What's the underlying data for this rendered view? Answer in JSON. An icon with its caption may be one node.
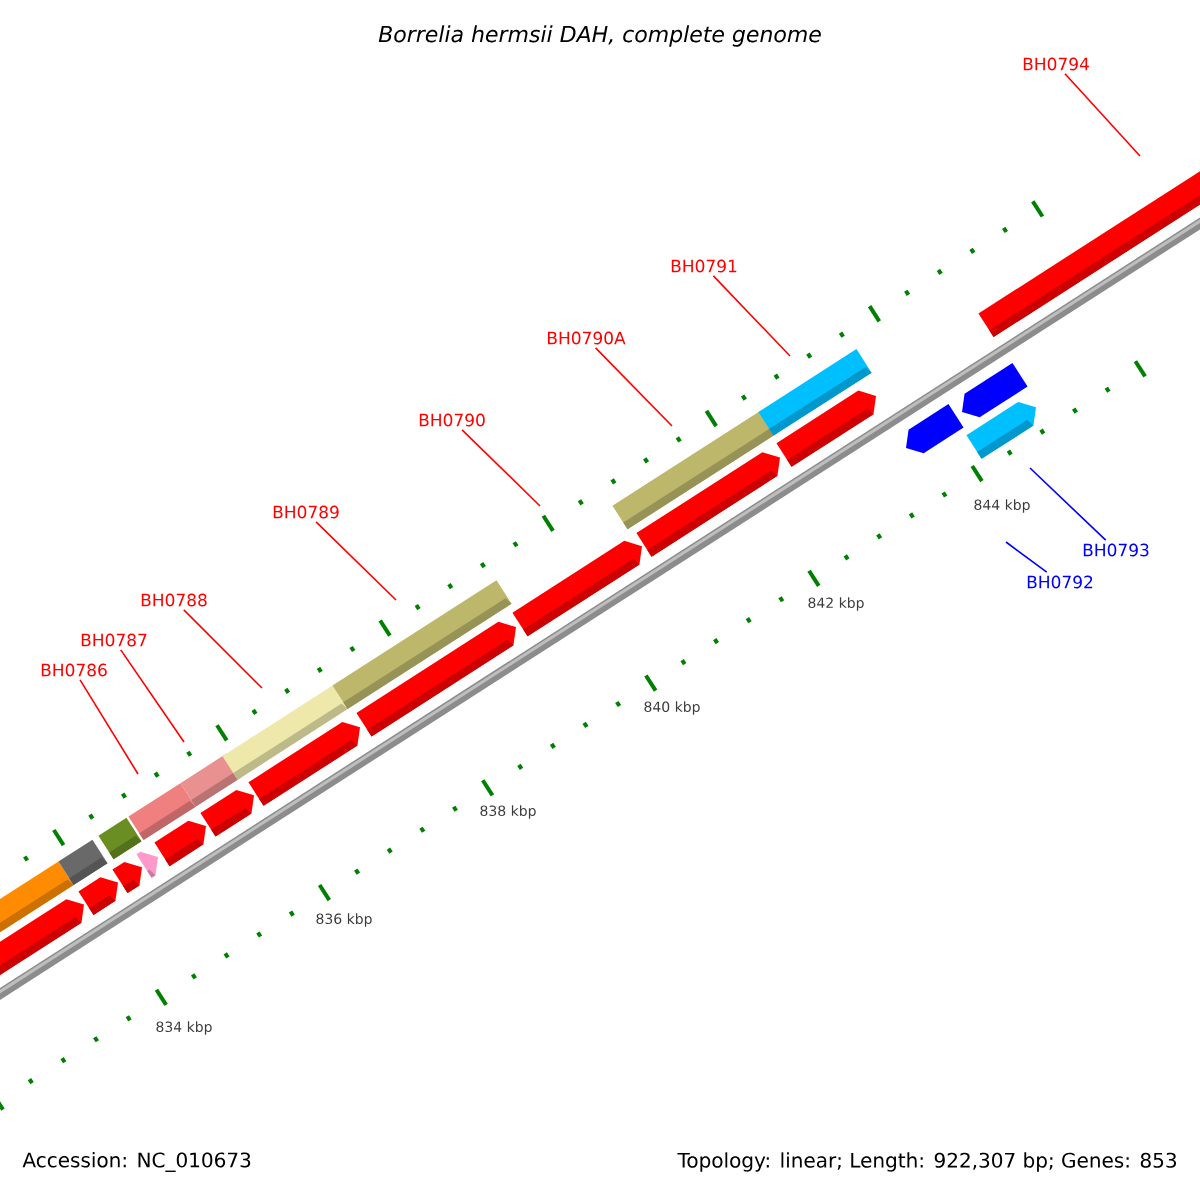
{
  "diagram": {
    "title": "Borrelia hermsii DAH, complete genome",
    "nodes": [
      {
        "text": [
          "BH0786"
        ]
      },
      {
        "text": [
          "BH0787"
        ]
      },
      {
        "text": [
          "BH0788"
        ]
      },
      {
        "text": [
          "BH0789"
        ]
      },
      {
        "text": [
          "BH0790"
        ]
      },
      {
        "text": [
          "BH0790A"
        ]
      },
      {
        "text": [
          "BH0791"
        ]
      },
      {
        "text": [
          "BH0792"
        ]
      },
      {
        "text": [
          "BH0793"
        ]
      },
      {
        "text": [
          "BH0794"
        ]
      }
    ],
    "edges": [
      {
        "from": 0,
        "to": null,
        "arrow": "none"
      },
      {
        "from": 1,
        "to": null,
        "arrow": "none"
      },
      {
        "from": 2,
        "to": null,
        "arrow": "none"
      },
      {
        "from": 3,
        "to": null,
        "arrow": "none"
      },
      {
        "from": 4,
        "to": null,
        "arrow": "none"
      },
      {
        "from": 5,
        "to": null,
        "arrow": "none"
      },
      {
        "from": 6,
        "to": null,
        "arrow": "none"
      },
      {
        "from": 7,
        "to": null,
        "arrow": "none",
        "color": "#0000ff"
      },
      {
        "from": 8,
        "to": null,
        "arrow": "none",
        "color": "#0000ff"
      },
      {
        "from": 9,
        "to": null,
        "arrow": "none"
      }
    ],
    "labels": [
      "834 kbp",
      "836 kbp",
      "838 kbp",
      "840 kbp",
      "842 kbp",
      "844 kbp",
      "Accession: NC_010673",
      "Topology: linear; Length: 922,307 bp; Genes: 853"
    ]
  }
}
